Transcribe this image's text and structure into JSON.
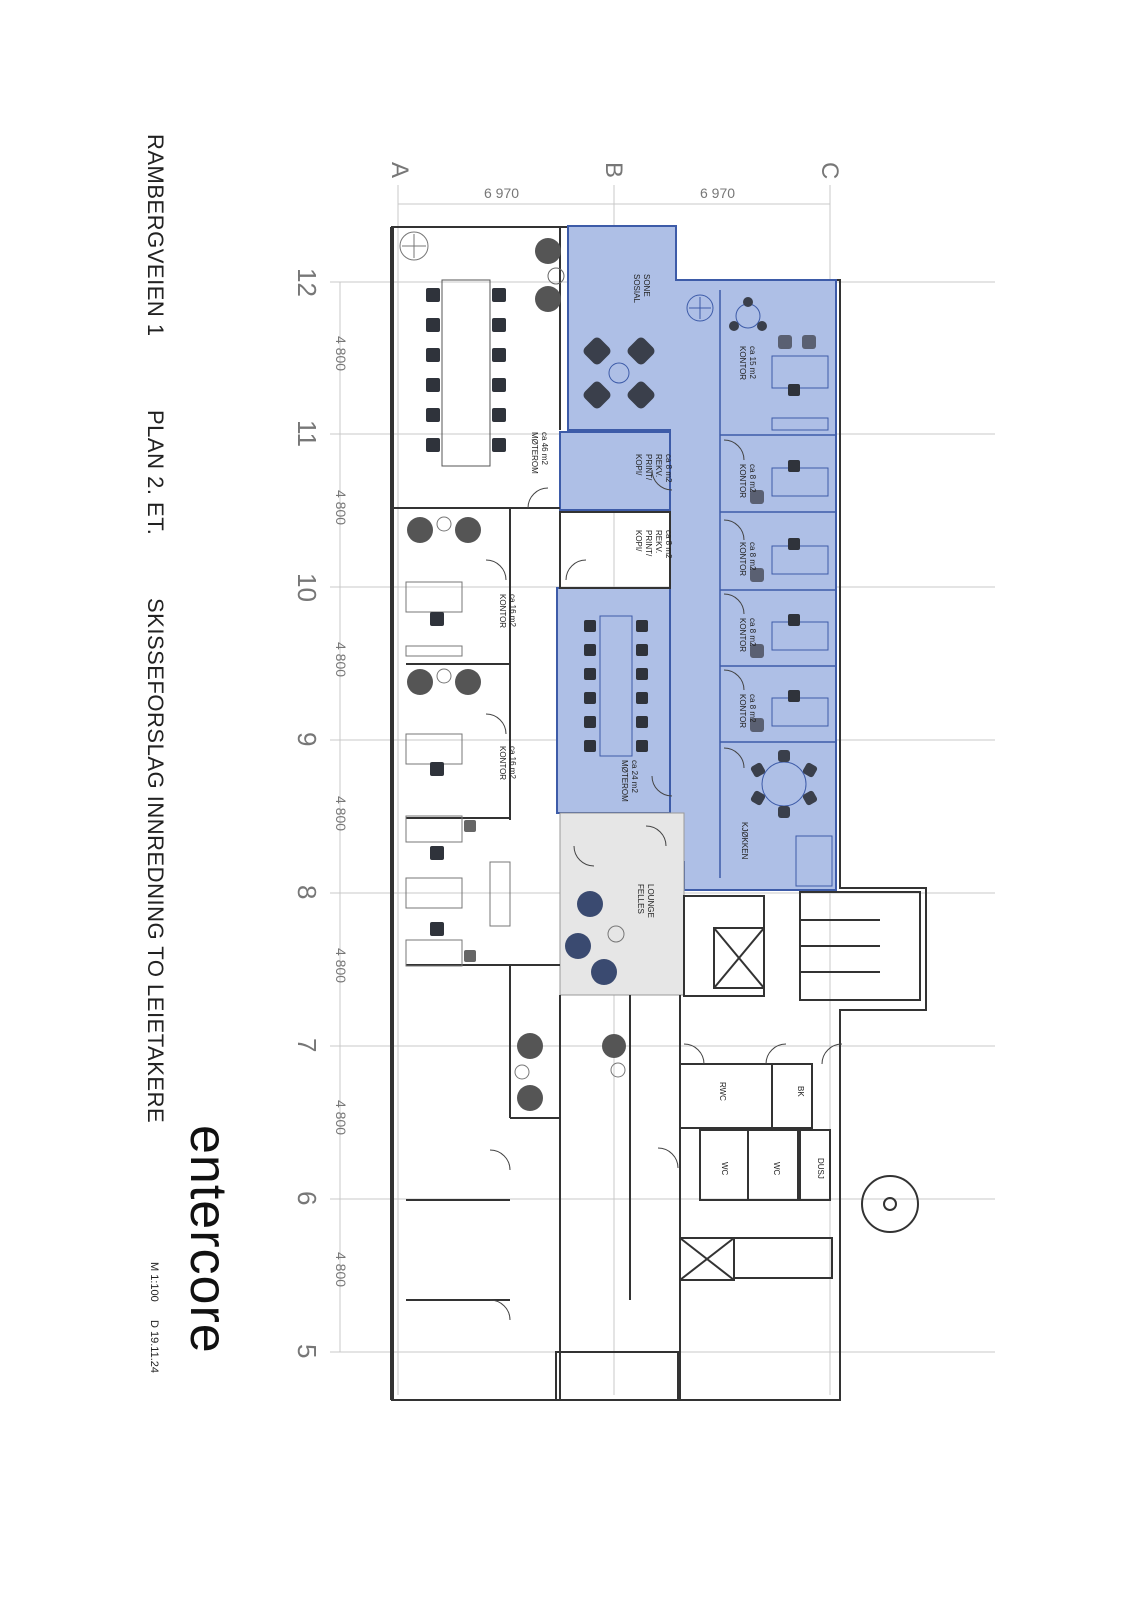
{
  "title": {
    "address": "RAMBERGVEIEN 1",
    "floor": "PLAN 2. ET.",
    "description": "SKISSEFORSLAG INNREDNING TO LEIETAKERE"
  },
  "brand": {
    "logo": "entercore",
    "scale": "M 1:100",
    "date": "D 19.11.24"
  },
  "grid": {
    "columns": [
      "A",
      "B",
      "C"
    ],
    "column_spacing": [
      "6 970",
      "6 970"
    ],
    "rows": [
      "12",
      "11",
      "10",
      "9",
      "8",
      "7",
      "6",
      "5"
    ],
    "row_spacing": [
      "4 800",
      "4 800",
      "4 800",
      "4 800",
      "4 800",
      "4 800",
      "4 800"
    ]
  },
  "rooms": [
    {
      "id": "sosial",
      "lines": [
        "SOSIAL",
        "SONE"
      ],
      "highlighted": true
    },
    {
      "id": "kontor-1",
      "lines": [
        "KONTOR",
        "ca 15 m2"
      ],
      "highlighted": true
    },
    {
      "id": "kopi-1",
      "lines": [
        "KOPI/",
        "PRINT/",
        "REKV.",
        "ca 8 m2"
      ],
      "highlighted": true
    },
    {
      "id": "kontor-2",
      "lines": [
        "KONTOR",
        "ca 8 m2"
      ],
      "highlighted": true
    },
    {
      "id": "kopi-2",
      "lines": [
        "KOPI/",
        "PRINT/",
        "REKV.",
        "ca 8 m2"
      ],
      "highlighted": false
    },
    {
      "id": "kontor-3",
      "lines": [
        "KONTOR",
        "ca 8 m2"
      ],
      "highlighted": true
    },
    {
      "id": "kontor-4",
      "lines": [
        "KONTOR",
        "ca 8 m2"
      ],
      "highlighted": true
    },
    {
      "id": "kontor-5",
      "lines": [
        "KONTOR",
        "ca 8 m2"
      ],
      "highlighted": true
    },
    {
      "id": "moterom-1",
      "lines": [
        "MØTEROM",
        "ca 24 m2"
      ],
      "highlighted": true
    },
    {
      "id": "kjokken",
      "lines": [
        "KJØKKEN"
      ],
      "highlighted": true
    },
    {
      "id": "moterom-2",
      "lines": [
        "MØTEROM",
        "ca 46 m2"
      ],
      "highlighted": false
    },
    {
      "id": "kontor-6",
      "lines": [
        "KONTOR",
        "ca 16 m2"
      ],
      "highlighted": false
    },
    {
      "id": "kontor-7",
      "lines": [
        "KONTOR",
        "ca 16 m2"
      ],
      "highlighted": false
    },
    {
      "id": "felles-lounge",
      "lines": [
        "FELLES",
        "LOUNGE"
      ],
      "highlighted": false
    },
    {
      "id": "rwc",
      "lines": [
        "RWC"
      ],
      "highlighted": false
    },
    {
      "id": "bk",
      "lines": [
        "BK"
      ],
      "highlighted": false
    },
    {
      "id": "wc-1",
      "lines": [
        "WC"
      ],
      "highlighted": false
    },
    {
      "id": "wc-2",
      "lines": [
        "WC"
      ],
      "highlighted": false
    },
    {
      "id": "dusj",
      "lines": [
        "DUSJ"
      ],
      "highlighted": false
    }
  ],
  "colors": {
    "tenant_highlight": "#aebfe6",
    "tenant_border": "#3d5ba8",
    "wall": "#333333",
    "grid_line": "#c8c8c8",
    "furniture_dark": "#3a3f4b",
    "lounge_fill": "#e6e6e6"
  }
}
